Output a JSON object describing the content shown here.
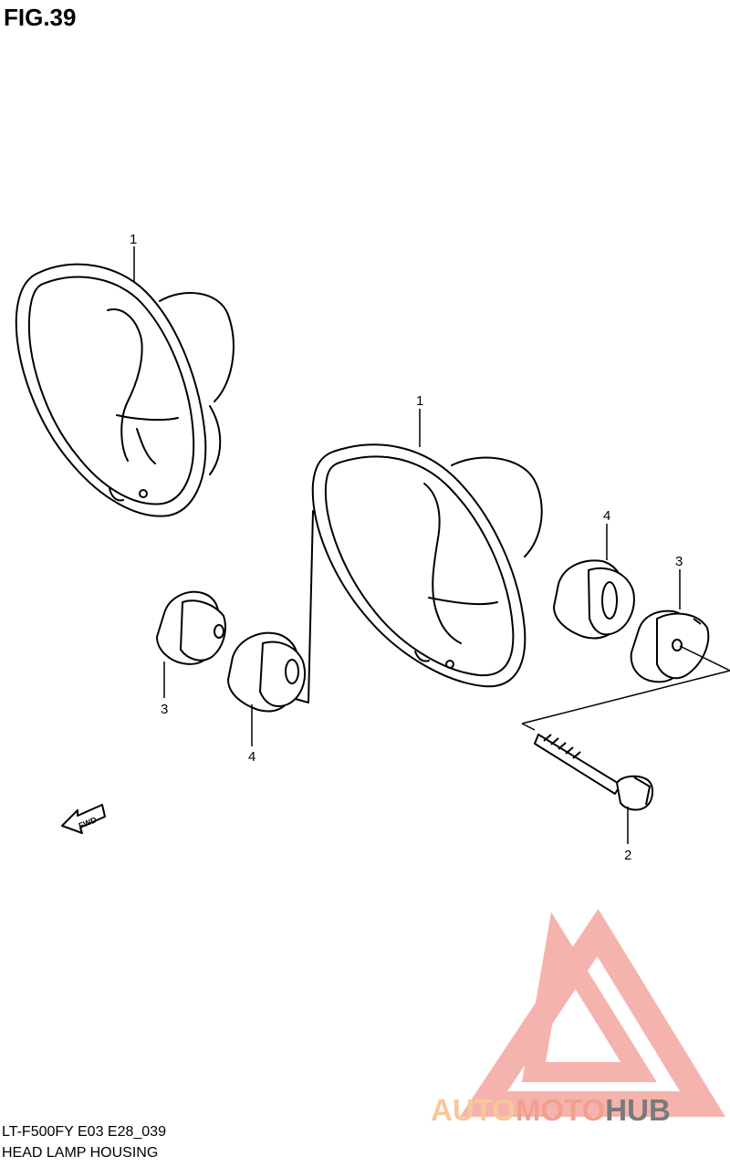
{
  "figure": {
    "title": "FIG.39",
    "model_code": "LT-F500FY E03 E28_039",
    "caption": "HEAD LAMP HOUSING"
  },
  "callouts": [
    {
      "id": "p1-left",
      "label": "1"
    },
    {
      "id": "p1-right",
      "label": "1"
    },
    {
      "id": "p2",
      "label": "2"
    },
    {
      "id": "p3-left",
      "label": "3"
    },
    {
      "id": "p3-right",
      "label": "3"
    },
    {
      "id": "p4-left",
      "label": "4"
    },
    {
      "id": "p4-right",
      "label": "4"
    }
  ],
  "fwd_arrow": {
    "label": "FWD"
  },
  "watermark": {
    "word_part1": "AUTO",
    "word_part2": "MOTO",
    "word_part3": "HUB",
    "color_light": "#f7c89a",
    "color_mid": "#f2a08d",
    "color_dark": "#7a7a7a",
    "logo_color": "#f4a6a0"
  }
}
